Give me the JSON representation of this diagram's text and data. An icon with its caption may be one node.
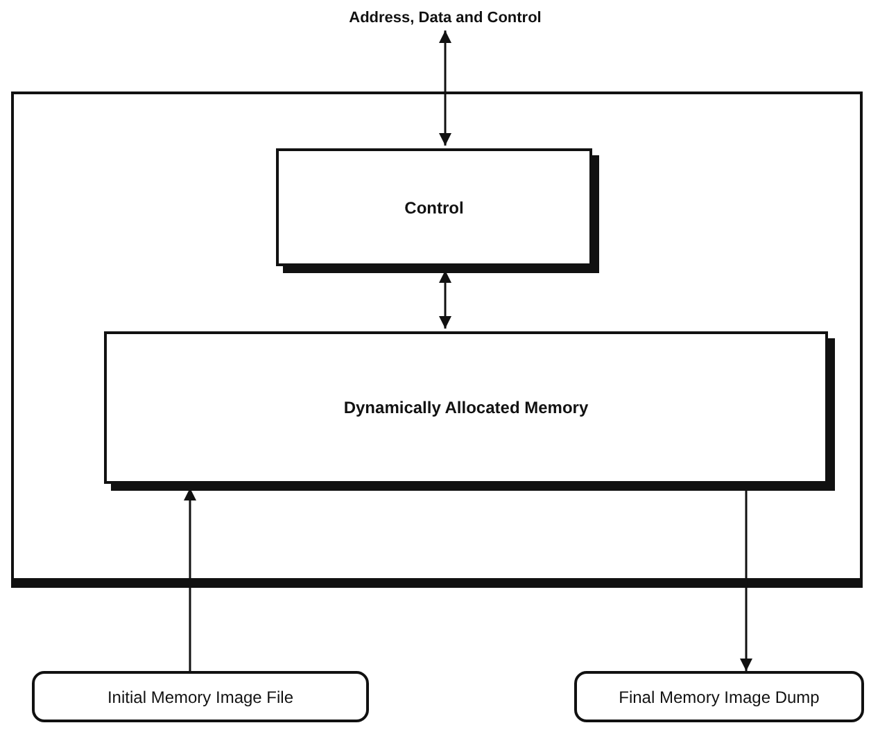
{
  "diagram": {
    "nodes": [
      {
        "text": [
          "Address, Data and Control"
        ]
      },
      {
        "text": [],
        "shape": "box"
      },
      {
        "text": [
          "Control"
        ],
        "in": 1
      },
      {
        "text": [
          "Dynamically Allocated Memory"
        ],
        "in": 1
      },
      {
        "text": [
          "Initial Memory Image File"
        ]
      },
      {
        "text": [
          "Final Memory Image Dump"
        ]
      }
    ],
    "edges": [
      {
        "from": 0,
        "to": 2,
        "arrow": "both"
      },
      {
        "from": 2,
        "to": 3,
        "arrow": "both"
      },
      {
        "from": 4,
        "to": 3,
        "arrow": "to"
      },
      {
        "from": 3,
        "to": 5,
        "arrow": "to"
      }
    ]
  }
}
